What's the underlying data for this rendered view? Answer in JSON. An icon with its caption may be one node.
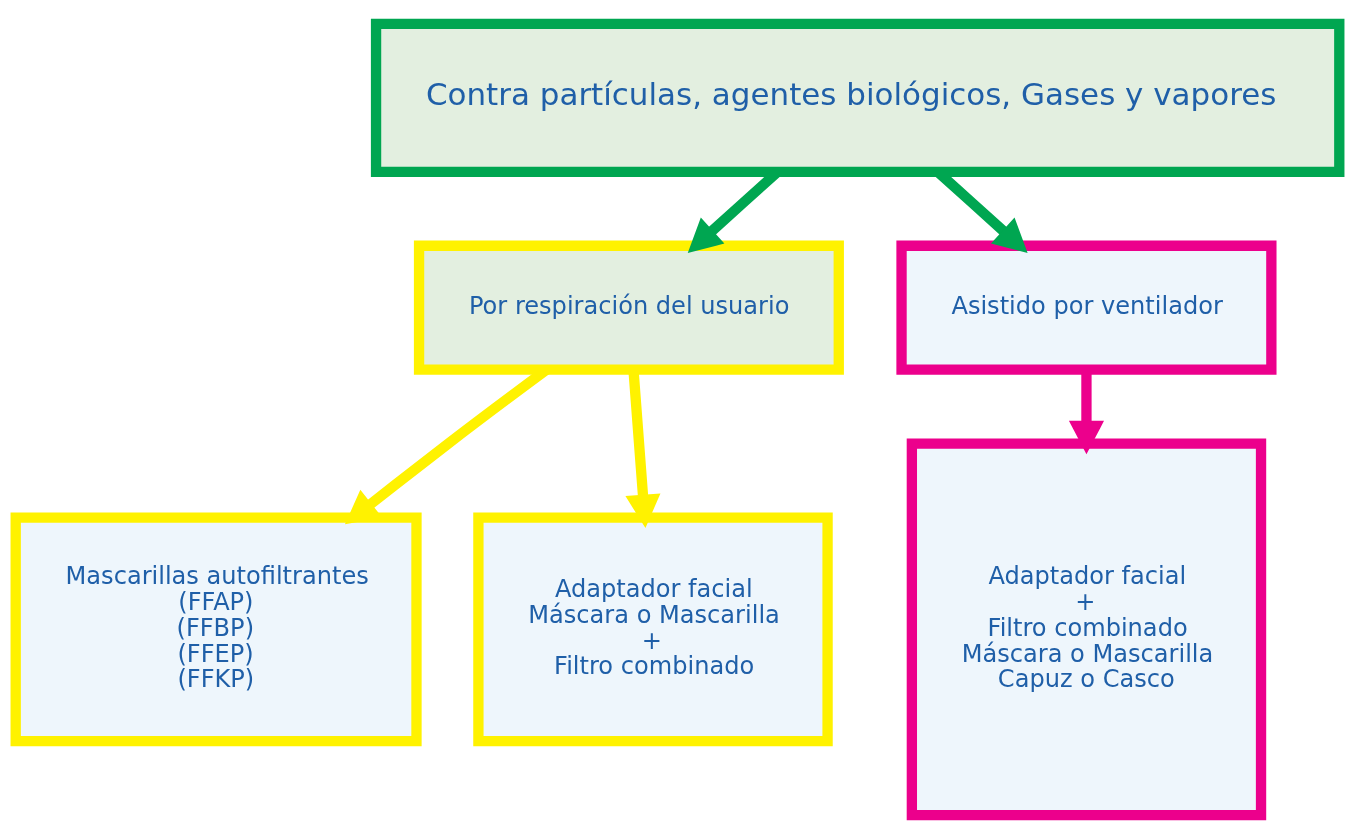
{
  "diagram": {
    "nodes": [
      {
        "text": [
          "Contra partículas, agentes biológicos, Gases y vapores"
        ]
      },
      {
        "text": [
          "Por respiración del usuario"
        ]
      },
      {
        "text": [
          "Asistido por ventilador"
        ]
      },
      {
        "text": [
          "Mascarillas autofiltrantes",
          "(FFAP)",
          "(FFBP)",
          "(FFEP)",
          "(FFKP)"
        ]
      },
      {
        "text": [
          "Adaptador facial",
          "Máscara o Mascarilla",
          "+",
          "Filtro combinado"
        ]
      },
      {
        "text": [
          "Adaptador facial",
          "+",
          "Filtro combinado",
          "Máscara o Mascarilla",
          "Capuz o Casco"
        ]
      }
    ],
    "edges": [
      {
        "from": 0,
        "to": 1,
        "arrow": "to",
        "color": "#00a651"
      },
      {
        "from": 0,
        "to": 2,
        "arrow": "to",
        "color": "#00a651"
      },
      {
        "from": 1,
        "to": 3,
        "arrow": "to",
        "color": "#fff200"
      },
      {
        "from": 1,
        "to": 4,
        "arrow": "to",
        "color": "#fff200"
      },
      {
        "from": 2,
        "to": 5,
        "arrow": "to",
        "color": "#ec008c"
      }
    ]
  }
}
